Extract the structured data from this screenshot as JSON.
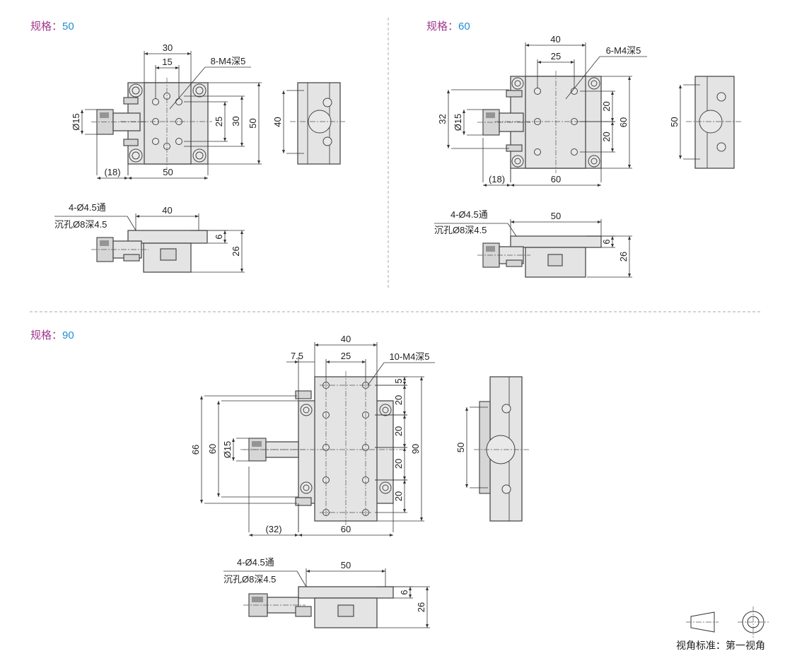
{
  "sections": [
    {
      "label": "规格：",
      "size": "50",
      "top_dims": {
        "w_carriage": "30",
        "pitch": "15",
        "holes": "8-M4深5",
        "v1": "25",
        "v2": "30",
        "v3": "50",
        "knob_dia": "Ø15",
        "knob_offset": "(18)",
        "width": "50"
      },
      "side_dims": {
        "height": "40"
      },
      "front_dims": {
        "holes": "4-Ø4.5通",
        "counterbore": "沉孔Ø8深4.5",
        "span": "40",
        "plate_t": "6",
        "total_h": "26"
      }
    },
    {
      "label": "规格：",
      "size": "60",
      "top_dims": {
        "w_carriage": "40",
        "pitch": "25",
        "holes": "6-M4深5",
        "v1": "20",
        "v2": "20",
        "v3": "60",
        "left_dim": "32",
        "knob_dia": "Ø15",
        "knob_offset": "(18)",
        "width": "60"
      },
      "side_dims": {
        "height": "50"
      },
      "front_dims": {
        "holes": "4-Ø4.5通",
        "counterbore": "沉孔Ø8深4.5",
        "span": "50",
        "plate_t": "6",
        "total_h": "26"
      }
    },
    {
      "label": "规格：",
      "size": "90",
      "top_dims": {
        "w_carriage": "40",
        "pitch": "25",
        "edge": "7.5",
        "holes": "10-M4深5",
        "v0": "5",
        "v1": "20",
        "v2": "20",
        "v3": "20",
        "v4": "20",
        "v5": "90",
        "left1": "66",
        "left2": "60",
        "knob_dia": "Ø15",
        "knob_offset": "(32)",
        "width": "60"
      },
      "side_dims": {
        "height": "50"
      },
      "front_dims": {
        "holes": "4-Ø4.5通",
        "counterbore": "沉孔Ø8深4.5",
        "span": "50",
        "plate_t": "6",
        "total_h": "26"
      }
    }
  ],
  "projection_legend": {
    "caption": "视角标准：第一视角"
  }
}
